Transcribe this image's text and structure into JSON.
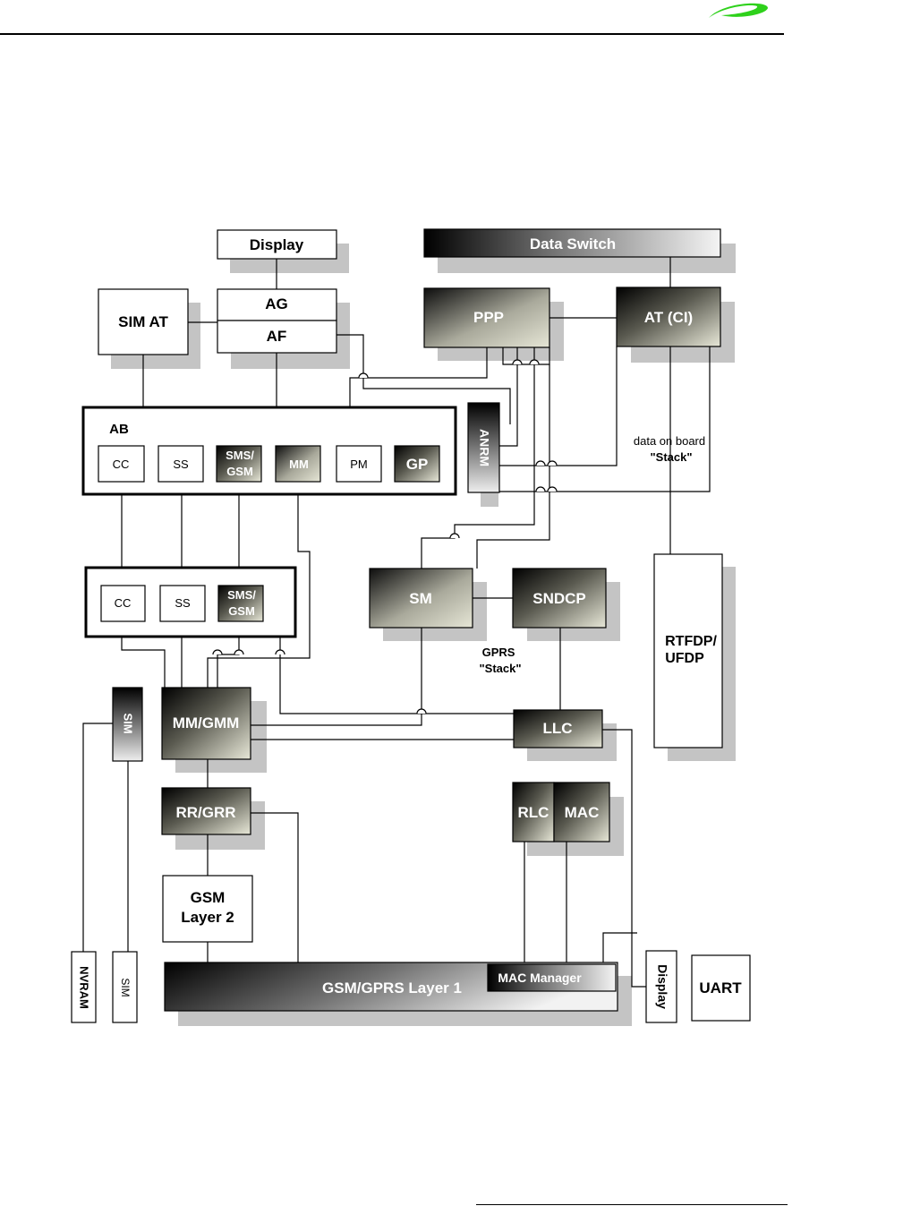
{
  "brand": {
    "logo": "swoosh-logo",
    "color": "#2ed11b"
  },
  "blocks": {
    "display_top": "Display",
    "data_switch": "Data Switch",
    "sim_at": "SIM AT",
    "ag": "AG",
    "af": "AF",
    "ppp": "PPP",
    "at_ci": "AT (CI)",
    "ab": "AB",
    "ab_cc": "CC",
    "ab_ss": "SS",
    "ab_sms": "SMS/",
    "ab_gsm": "GSM",
    "ab_mm": "MM",
    "ab_pm": "PM",
    "ab_gp": "GP",
    "anrm": "ANRM",
    "data_on_board": "data on board",
    "data_stack": "\"Stack\"",
    "cc2": "CC",
    "ss2": "SS",
    "sms2": "SMS/",
    "gsm2": "GSM",
    "sm": "SM",
    "sndcp": "SNDCP",
    "rtfdp_1": "RTFDP/",
    "rtfdp_2": "UFDP",
    "gprs": "GPRS",
    "gprs_stack": "\"Stack\"",
    "sim_left": "SIM",
    "mm_gmm": "MM/GMM",
    "llc": "LLC",
    "rr_grr": "RR/GRR",
    "rlc": "RLC",
    "mac": "MAC",
    "gsm_l2_1": "GSM",
    "gsm_l2_2": "Layer 2",
    "nvram": "NVRAM",
    "sim_bottom": "SIM",
    "layer1": "GSM/GPRS Layer 1",
    "mac_manager": "MAC Manager",
    "display_bottom": "Display",
    "uart": "UART"
  }
}
